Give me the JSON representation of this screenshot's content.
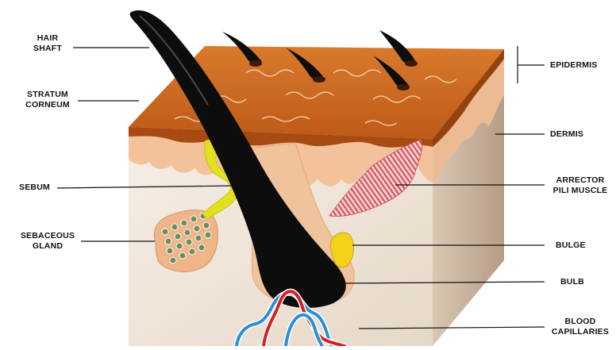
{
  "labels": {
    "hair_shaft": "HAIR\nSHAFT",
    "stratum_corneum": "STRATUM\nCORNEUM",
    "sebum": "SEBUM",
    "sebaceous_gland": "SEBACEOUS\nGLAND",
    "epidermis": "EPIDERMIS",
    "dermis": "DERMIS",
    "arrector_pili_muscle": "ARRECTOR\nPILI MUSCLE",
    "bulge": "BULGE",
    "bulb": "BULB",
    "blood_capillaries": "BLOOD\nCAPILLARIES"
  },
  "colors": {
    "epidermis_top": "#c9631f",
    "epidermis_edge": "#a84b12",
    "dermis_front": "#efe5d9",
    "dermis_side": "#c7b29c",
    "papillary": "#f3c29a",
    "hair": "#0d0d0d",
    "sebum": "#e3e020",
    "gland": "#f0b489",
    "muscle": "#d9666b",
    "bulge": "#f2d31a",
    "artery": "#d42020",
    "vein": "#2a8fd4"
  }
}
